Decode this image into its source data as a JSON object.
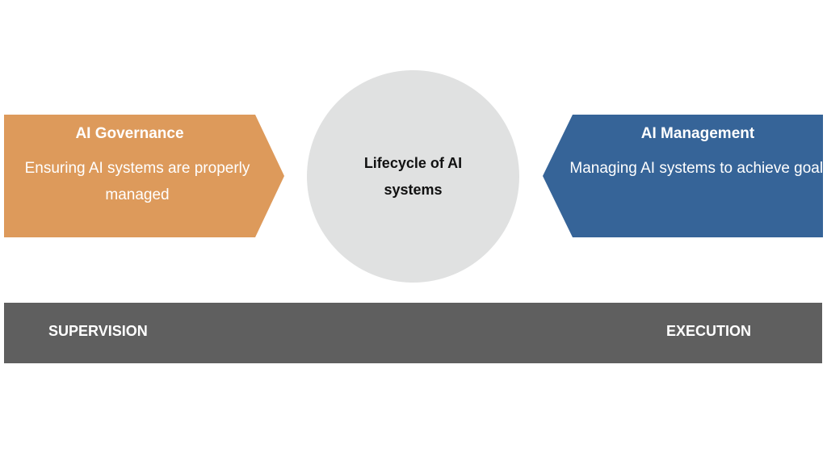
{
  "governance": {
    "title": "AI Governance",
    "description": "Ensuring AI systems are properly managed",
    "color": "#DD9A5B"
  },
  "management": {
    "title": "AI Management",
    "description": "Managing AI systems to achieve goals",
    "color": "#366498"
  },
  "center": {
    "label": "Lifecycle of AI systems",
    "color": "#E0E1E1"
  },
  "bar": {
    "left_label": "SUPERVISION",
    "right_label": "EXECUTION",
    "color": "#5F5F5F"
  }
}
